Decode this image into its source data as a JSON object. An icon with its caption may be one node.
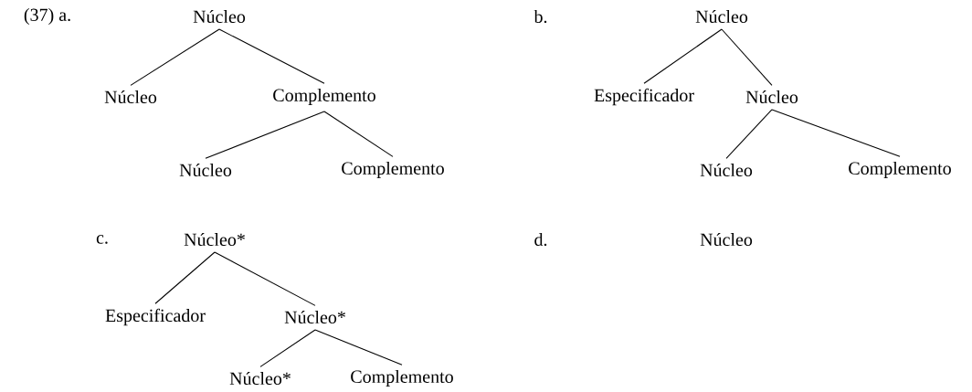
{
  "diagram": {
    "nodes": [
      {
        "text": [
          "Núcleo"
        ]
      },
      {
        "text": [
          "Núcleo"
        ]
      },
      {
        "text": [
          "Complemento"
        ]
      },
      {
        "text": [
          "Núcleo"
        ]
      },
      {
        "text": [
          "Complemento"
        ]
      },
      {
        "text": [
          "Núcleo"
        ]
      },
      {
        "text": [
          "Especificador"
        ]
      },
      {
        "text": [
          "Núcleo"
        ]
      },
      {
        "text": [
          "Núcleo"
        ]
      },
      {
        "text": [
          "Complemento"
        ]
      },
      {
        "text": [
          "Núcleo*"
        ]
      },
      {
        "text": [
          "Especificador"
        ]
      },
      {
        "text": [
          "Núcleo*"
        ]
      },
      {
        "text": [
          "Núcleo*"
        ]
      },
      {
        "text": [
          "Complemento"
        ]
      }
    ],
    "edges": [
      {
        "from": 0,
        "to": 1,
        "arrow": "none"
      },
      {
        "from": 0,
        "to": 2,
        "arrow": "none"
      },
      {
        "from": 2,
        "to": 3,
        "arrow": "none"
      },
      {
        "from": 2,
        "to": 4,
        "arrow": "none"
      },
      {
        "from": 5,
        "to": 6,
        "arrow": "none"
      },
      {
        "from": 5,
        "to": 7,
        "arrow": "none"
      },
      {
        "from": 7,
        "to": 8,
        "arrow": "none"
      },
      {
        "from": 7,
        "to": 9,
        "arrow": "none"
      },
      {
        "from": 10,
        "to": 11,
        "arrow": "none"
      },
      {
        "from": 10,
        "to": 12,
        "arrow": "none"
      },
      {
        "from": 12,
        "to": 13,
        "arrow": "none"
      },
      {
        "from": 12,
        "to": 14,
        "arrow": "none"
      }
    ],
    "labels": [
      "(37) a.",
      "b.",
      "c.",
      "d.",
      "Núcleo"
    ]
  }
}
